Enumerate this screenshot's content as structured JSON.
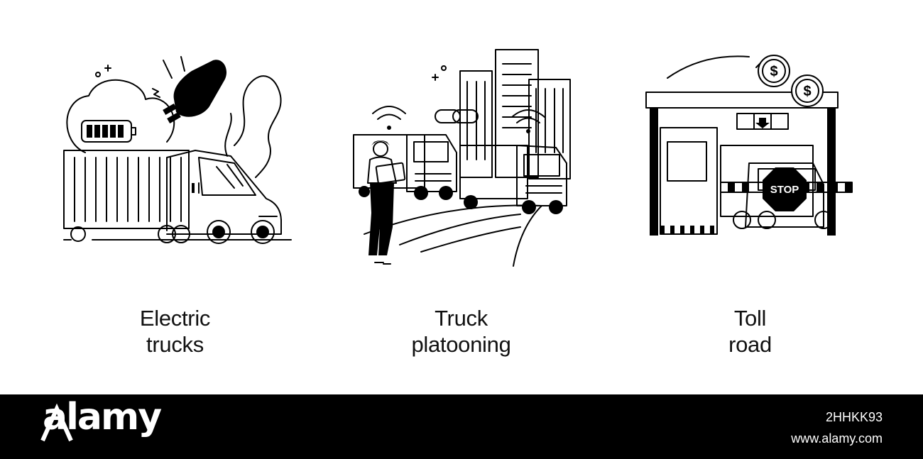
{
  "panels": [
    {
      "caption_line1": "Electric",
      "caption_line2": "trucks"
    },
    {
      "caption_line1": "Truck",
      "caption_line2": "platooning"
    },
    {
      "caption_line1": "Toll",
      "caption_line2": "road"
    }
  ],
  "toll_sign": "STOP",
  "coin_symbol": "$",
  "footer": {
    "brand": "alamy",
    "image_id": "2HHKK93",
    "site": "www.alamy.com"
  },
  "colors": {
    "ink": "#000000",
    "paper": "#ffffff",
    "footer_bg": "#000000"
  }
}
